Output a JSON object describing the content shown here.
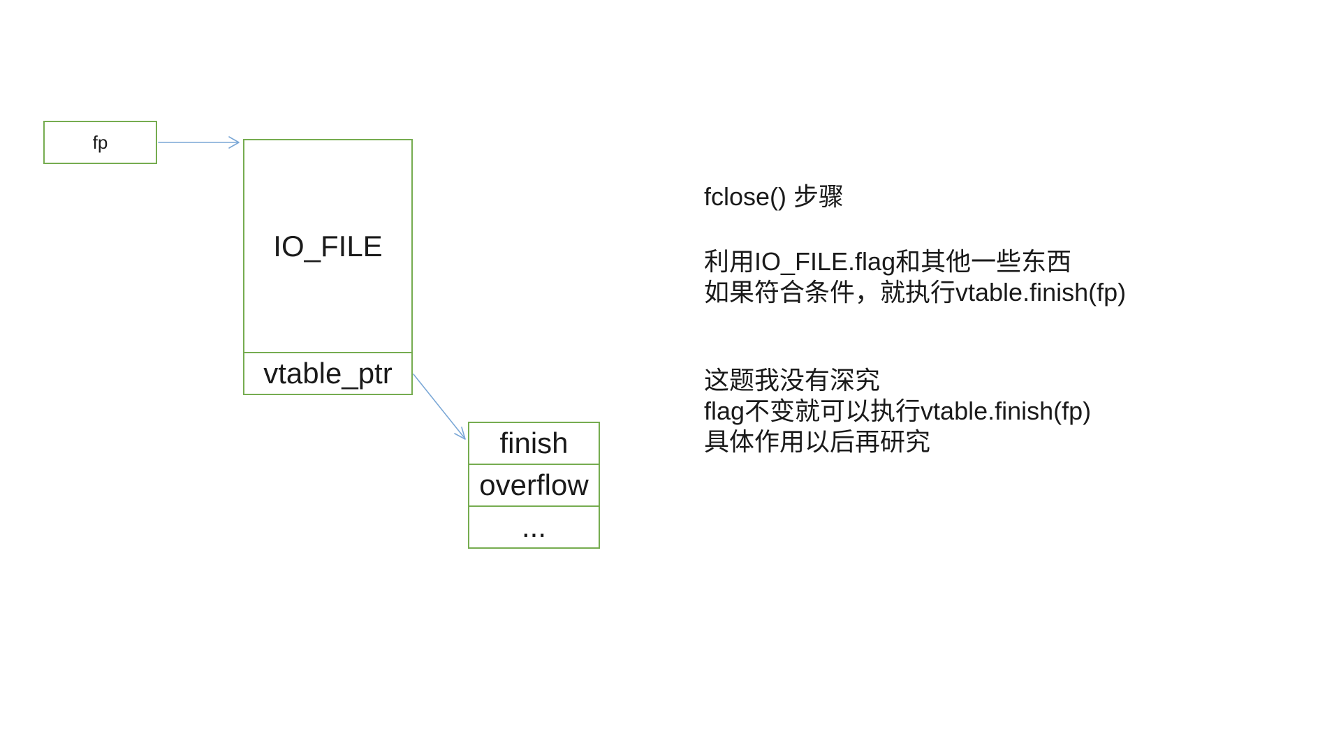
{
  "colors": {
    "box_border": "#76ac50",
    "arrow": "#7aa7d6",
    "text": "#1a1a1a"
  },
  "diagram": {
    "fp_box": {
      "label": "fp"
    },
    "io_file_box": {
      "title": "IO_FILE",
      "vtable_ptr_label": "vtable_ptr"
    },
    "vtable_box": {
      "rows": [
        "finish",
        "overflow",
        "..."
      ]
    }
  },
  "notes": {
    "heading": "fclose() 步骤",
    "para1": [
      "利用IO_FILE.flag和其他一些东西",
      "如果符合条件，就执行vtable.finish(fp)"
    ],
    "para2": [
      "这题我没有深究",
      "flag不变就可以执行vtable.finish(fp)",
      "具体作用以后再研究"
    ]
  }
}
